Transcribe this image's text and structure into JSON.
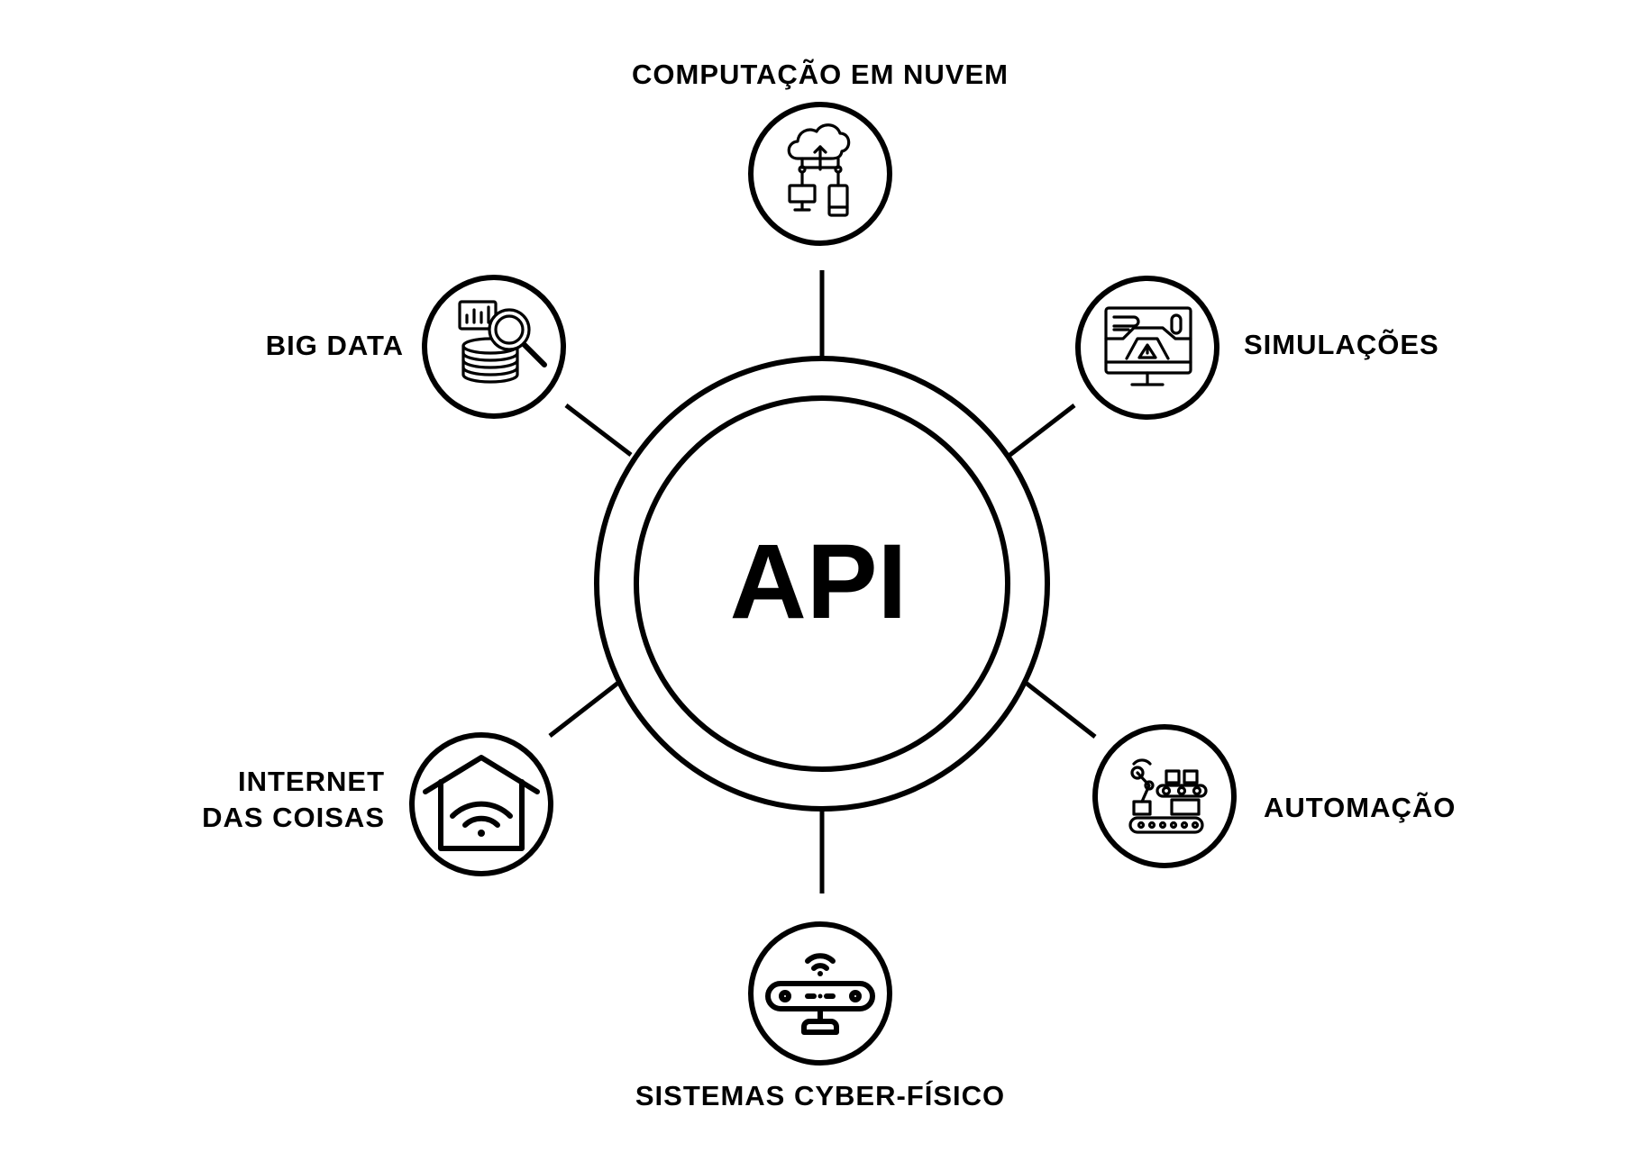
{
  "center": {
    "label": "API"
  },
  "nodes": {
    "cloud_computing": {
      "label": "COMPUTAÇÃO EM NUVEM",
      "icon": "cloud-computing-icon"
    },
    "big_data": {
      "label": "BIG DATA",
      "icon": "database-search-icon"
    },
    "simulations": {
      "label": "SIMULAÇÕES",
      "icon": "monitor-simulation-icon"
    },
    "iot": {
      "label_line1": "INTERNET",
      "label_line2": "DAS COISAS",
      "icon": "smart-home-wifi-icon"
    },
    "automation": {
      "label": "AUTOMAÇÃO",
      "icon": "robotic-assembly-line-icon"
    },
    "cyber_physical": {
      "label": "SISTEMAS CYBER-FÍSICO",
      "icon": "connected-sensor-device-icon"
    }
  },
  "colors": {
    "stroke": "#000000",
    "background": "#ffffff"
  }
}
